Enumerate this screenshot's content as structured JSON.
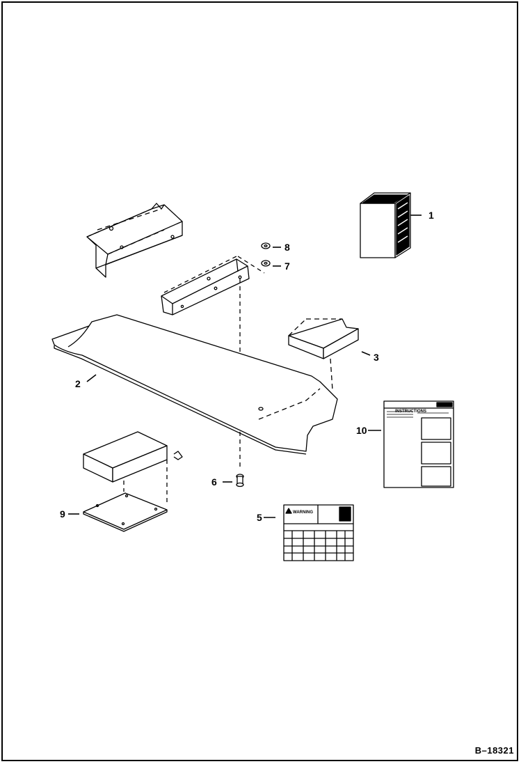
{
  "figure_id": "B–18321",
  "callouts": {
    "c1": "1",
    "c2": "2",
    "c3": "3",
    "c5": "5",
    "c6": "6",
    "c7": "7",
    "c8": "8",
    "c9": "9",
    "c10": "10"
  },
  "decals": {
    "instructions_heading": "INSTRUCTIONS",
    "warning_heading": "WARNING"
  },
  "colors": {
    "line": "#000000",
    "background": "#ffffff"
  }
}
